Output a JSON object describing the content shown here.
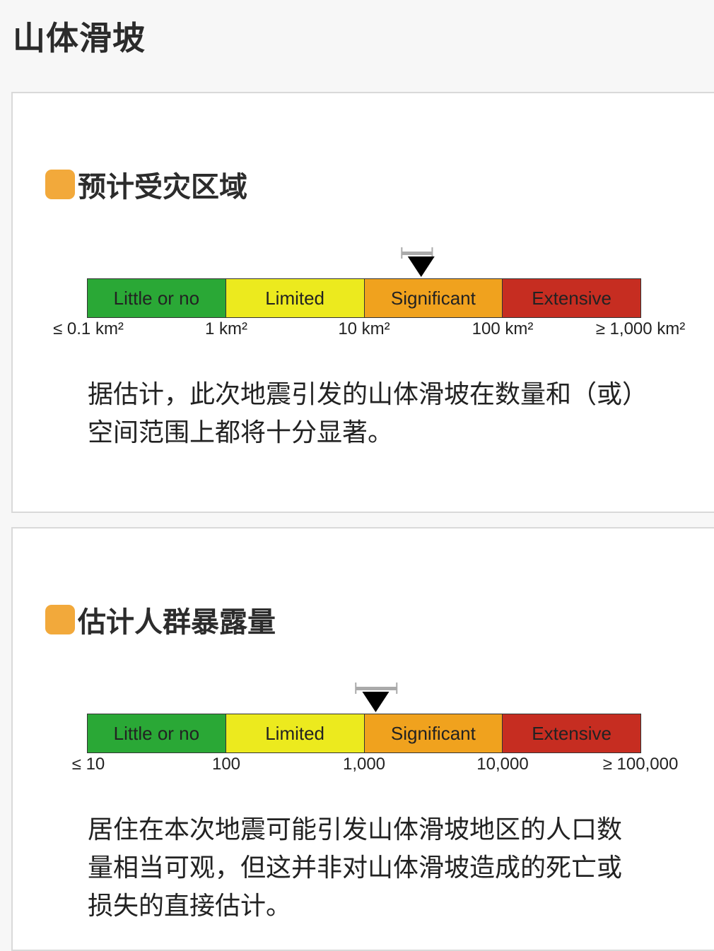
{
  "page": {
    "title": "山体滑坡"
  },
  "colors": {
    "little": "#2aa836",
    "limited": "#ecea1e",
    "significant": "#f0a21e",
    "extensive": "#c62d21",
    "icon": "#f2a93b",
    "marker": "#000000",
    "range_bar": "#aaaaaa"
  },
  "scale_labels": [
    "Little or no",
    "Limited",
    "Significant",
    "Extensive"
  ],
  "sections": [
    {
      "heading": "预计受灾区域",
      "icon": "landslide-icon",
      "ticks": [
        "≤ 0.1 km²",
        "1 km²",
        "10 km²",
        "100 km²",
        "≥ 1,000 km²"
      ],
      "marker_level": 0.603,
      "range": [
        0.568,
        0.623
      ],
      "description": "据估计，此次地震引发的山体滑坡在数量和（或）空间范围上都将十分显著。"
    },
    {
      "heading": "估计人群暴露量",
      "icon": "landslide-icon",
      "ticks": [
        "≤ 10",
        "100",
        "1,000",
        "10,000",
        "≥ 100,000"
      ],
      "marker_level": 0.521,
      "range": [
        0.485,
        0.559
      ],
      "description": "居住在本次地震可能引发山体滑坡地区的人口数量相当可观，但这并非对山体滑坡造成的死亡或损失的直接估计。"
    }
  ]
}
